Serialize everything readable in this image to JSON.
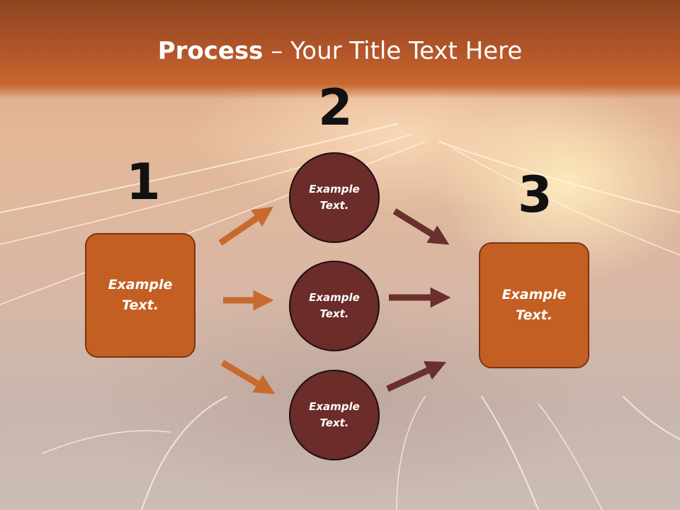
{
  "slide": {
    "title_bold": "Process",
    "title_rest": " – Your Title Text Here"
  },
  "steps": {
    "one": "1",
    "two": "2",
    "three": "3"
  },
  "boxes": {
    "left": {
      "line1": "Example",
      "line2": "Text."
    },
    "right": {
      "line1": "Example",
      "line2": "Text."
    }
  },
  "circles": {
    "top": {
      "line1": "Example",
      "line2": "Text."
    },
    "middle": {
      "line1": "Example",
      "line2": "Text."
    },
    "bottom": {
      "line1": "Example",
      "line2": "Text."
    }
  },
  "colors": {
    "title_band": "#b5572a",
    "box_fill": "#c45f24",
    "circle_fill": "#6b2c2a",
    "arrow_orange": "#c8692e",
    "arrow_maroon": "#6a302d"
  }
}
